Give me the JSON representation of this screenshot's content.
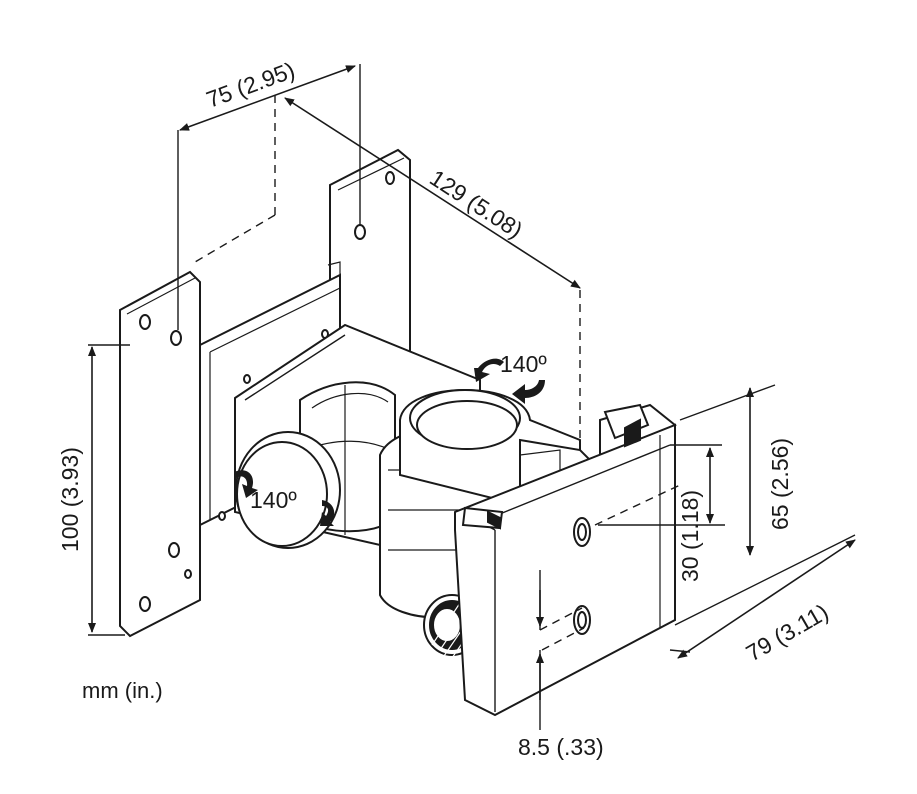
{
  "dimensions": {
    "plate_hole_spacing_h": "75 (2.95)",
    "overall_depth": "129 (5.08)",
    "plate_hole_spacing_v": "100 (3.93)",
    "clamp_height": "65 (2.56)",
    "clamp_hole_spacing": "30 (1.18)",
    "clamp_width": "79 (3.11)",
    "hole_offset": "8.5 (.33)"
  },
  "rotation": {
    "top": "140º",
    "side": "140º"
  },
  "units_label": "mm (in.)",
  "colors": {
    "line": "#1a1a1a",
    "background": "#ffffff",
    "joint_shade": "#e6e6e6"
  }
}
